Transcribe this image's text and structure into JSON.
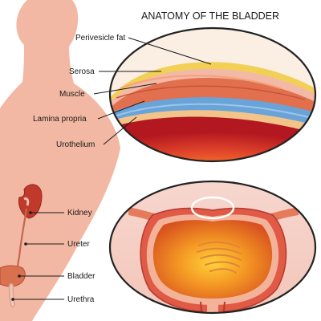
{
  "title": "ANATOMY OF THE BLADDER",
  "layer_labels": {
    "perivesicle_fat": "Perivesicle fat",
    "serosa": "Serosa",
    "muscle": "Muscle",
    "lamina_propria": "Lamina propria",
    "urothelium": "Urothelium"
  },
  "organ_labels": {
    "kidney": "Kidney",
    "ureter": "Ureter",
    "bladder": "Bladder",
    "urethra": "Urethra"
  },
  "colors": {
    "skin": "#f2b8a3",
    "fat": "#f2cf55",
    "muscle": "#e2704f",
    "lamina_propria": "#6aa3d8",
    "urothelium": "#f3c48a",
    "lumen": "#c9262b",
    "kidney": "#c0392b",
    "leader_line": "#1a1a1a"
  }
}
